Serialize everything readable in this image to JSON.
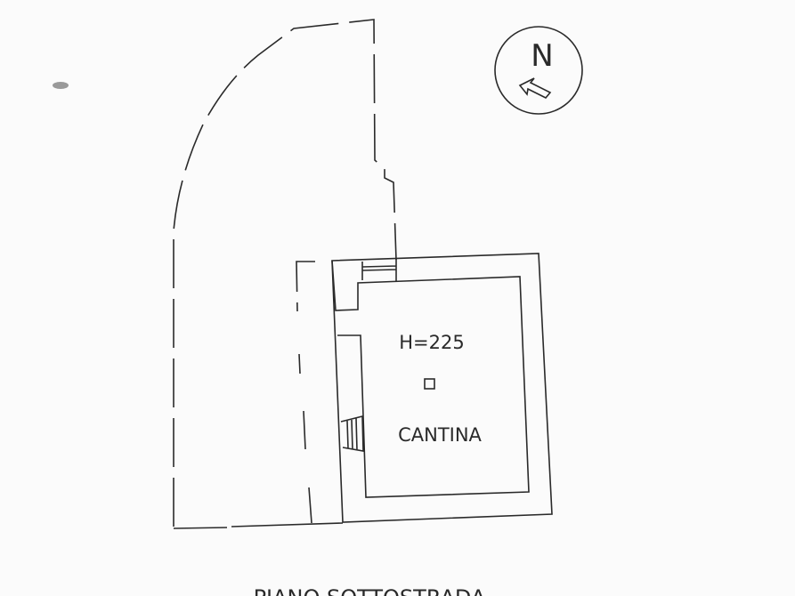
{
  "plan": {
    "room_name": "CANTINA",
    "ceiling_height": "H=225",
    "compass_label": "N",
    "floor_caption": "PIANO SOTTOSTRADA"
  },
  "colors": {
    "ink": "#2a2a2a",
    "paper": "#fbfbfb"
  },
  "icons": {
    "compass": "north-arrow-icon"
  }
}
